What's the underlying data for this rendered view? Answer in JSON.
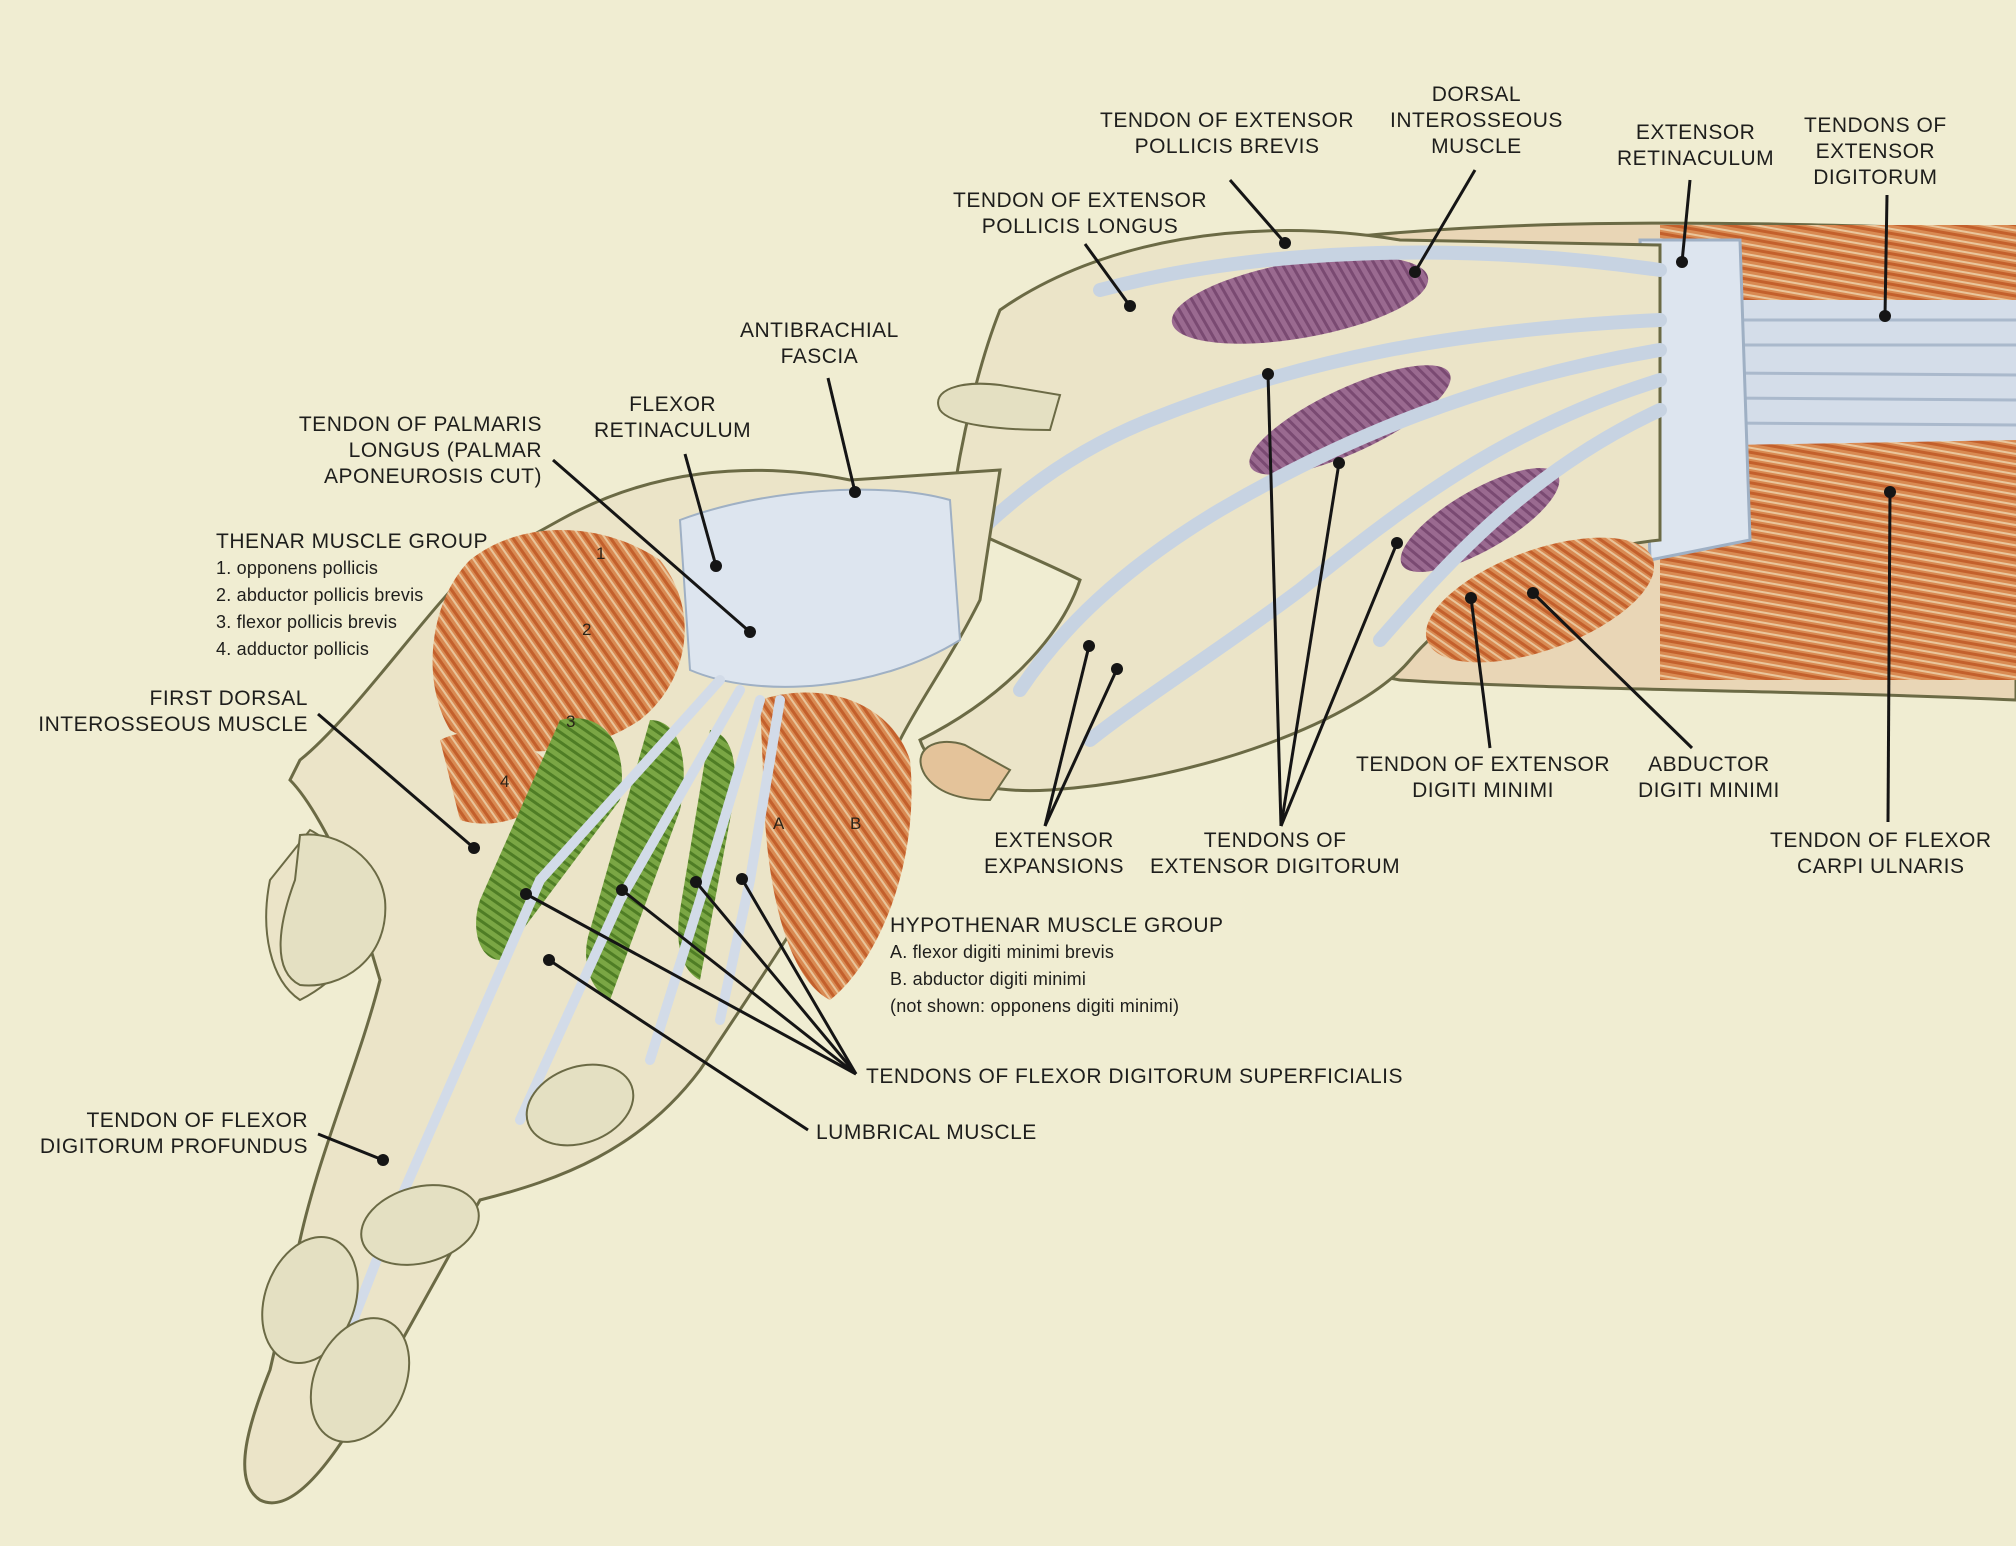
{
  "figure": {
    "background_color": "#f0edd2",
    "colors": {
      "muscle": "#c9733e",
      "tendon": "#d2dbe8",
      "lumbrical": "#6d9a3a",
      "interosseous": "#8a5a82",
      "skin_outline": "#6b6a45",
      "nail": "#e4e0c2"
    }
  },
  "labels": [
    {
      "id": "tendon-extensor-pollicis-brevis",
      "text": "TENDON OF EXTENSOR\nPOLLICIS BREVIS"
    },
    {
      "id": "dorsal-interosseous-muscle",
      "text": "DORSAL\nINTEROSSEOUS\nMUSCLE"
    },
    {
      "id": "extensor-retinaculum",
      "text": "EXTENSOR\nRETINACULUM"
    },
    {
      "id": "tendons-extensor-digitorum-top",
      "text": "TENDONS OF\nEXTENSOR\nDIGITORUM"
    },
    {
      "id": "tendon-extensor-pollicis-longus",
      "text": "TENDON OF EXTENSOR\nPOLLICIS LONGUS"
    },
    {
      "id": "antibrachial-fascia",
      "text": "ANTIBRACHIAL\nFASCIA"
    },
    {
      "id": "flexor-retinaculum",
      "text": "FLEXOR\nRETINACULUM"
    },
    {
      "id": "tendon-palmaris-longus",
      "text": "TENDON OF PALMARIS\nLONGUS (PALMAR\nAPONEUROSIS CUT)"
    },
    {
      "id": "first-dorsal-interosseous",
      "text": "FIRST DORSAL\nINTEROSSEOUS MUSCLE"
    },
    {
      "id": "tendon-flexor-digitorum-profundus",
      "text": "TENDON OF FLEXOR\nDIGITORUM PROFUNDUS"
    },
    {
      "id": "tendons-flexor-digitorum-superficialis",
      "text": "TENDONS OF FLEXOR DIGITORUM SUPERFICIALIS"
    },
    {
      "id": "lumbrical-muscle",
      "text": "LUMBRICAL MUSCLE"
    },
    {
      "id": "extensor-expansions",
      "text": "EXTENSOR\nEXPANSIONS"
    },
    {
      "id": "tendons-extensor-digitorum-bottom",
      "text": "TENDONS OF\nEXTENSOR DIGITORUM"
    },
    {
      "id": "tendon-extensor-digiti-minimi",
      "text": "TENDON OF EXTENSOR\nDIGITI MINIMI"
    },
    {
      "id": "abductor-digiti-minimi",
      "text": "ABDUCTOR\nDIGITI MINIMI"
    },
    {
      "id": "tendon-flexor-carpi-ulnaris",
      "text": "TENDON OF FLEXOR\nCARPI ULNARIS"
    }
  ],
  "thenar_group": {
    "title": "THENAR MUSCLE GROUP",
    "items": [
      "1. opponens pollicis",
      "2. abductor pollicis brevis",
      "3. flexor pollicis brevis",
      "4. adductor pollicis"
    ]
  },
  "hypothenar_group": {
    "title": "HYPOTHENAR MUSCLE GROUP",
    "items": [
      "A. flexor digiti minimi brevis",
      "B. abductor digiti minimi",
      "(not shown: opponens digiti minimi)"
    ]
  },
  "muscle_markers": [
    "1",
    "2",
    "3",
    "4",
    "A",
    "B"
  ]
}
